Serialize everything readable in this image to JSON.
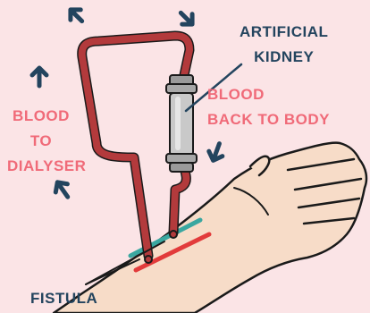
{
  "labels": {
    "artificial_kidney_line1": "ARTIFICIAL",
    "artificial_kidney_line2": "KIDNEY",
    "blood_back_line1": "BLOOD",
    "blood_back_line2": "BACK TO BODY",
    "blood_to_dialyser_line1": "BLOOD",
    "blood_to_dialyser_line2": "TO",
    "blood_to_dialyser_line3": "DIALYSER",
    "fistula": "FISTULA"
  },
  "colors": {
    "background": "#fbe4e6",
    "navy": "#23445e",
    "pink": "#f06a78",
    "tube_red": "#b33a3c",
    "skin": "#f7dcc8",
    "vein_red": "#e23b3b",
    "vein_teal": "#3aa7a0",
    "kidney_gray": "#c9c9c9"
  }
}
